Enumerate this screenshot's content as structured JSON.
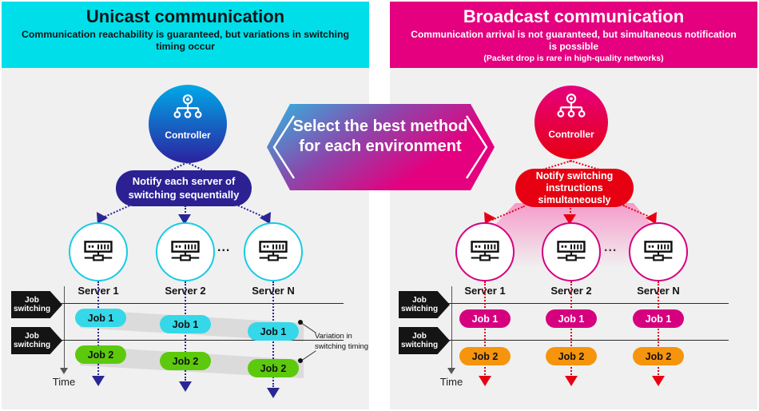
{
  "unicast": {
    "title": "Unicast communication",
    "subtitle": "Communication reachability is guaranteed, but variations in switching timing occur",
    "header_color": "#00DFE9",
    "accent_color": "#2B2694",
    "server_border_color": "#18CBE4",
    "controller_label": "Controller",
    "notify_label": "Notify each server of switching sequentially",
    "servers": [
      "Server 1",
      "Server 2",
      "Server N"
    ],
    "ellipsis": "...",
    "job_switching_label": "Job switching",
    "row1_jobs": [
      "Job 1",
      "Job 1",
      "Job 1"
    ],
    "row2_jobs": [
      "Job 2",
      "Job 2",
      "Job 2"
    ],
    "job1_color": "#35D8E8",
    "job2_color": "#5DC90C",
    "time_label": "Time",
    "annotation_line1": "Variation in",
    "annotation_line2": "switching timing",
    "icons": {
      "controller": "network-controller-icon",
      "server": "server-icon"
    }
  },
  "broadcast": {
    "title": "Broadcast communication",
    "subtitle": "Communication arrival is not guaranteed, but simultaneous notification is possible",
    "note": "(Packet drop is rare in high-quality networks)",
    "header_color": "#E4007F",
    "accent_color": "#E60012",
    "server_border_color": "#D6007F",
    "controller_label": "Controller",
    "notify_label": "Notify switching instructions simultaneously",
    "servers": [
      "Server 1",
      "Server 2",
      "Server N"
    ],
    "ellipsis": "...",
    "job_switching_label": "Job switching",
    "row1_jobs": [
      "Job 1",
      "Job 1",
      "Job 1"
    ],
    "row2_jobs": [
      "Job 2",
      "Job 2",
      "Job 2"
    ],
    "job1_color": "#D6007F",
    "job2_color": "#F6940C",
    "time_label": "Time",
    "icons": {
      "controller": "network-controller-icon",
      "server": "server-icon"
    }
  },
  "center_banner": {
    "line1": "Select the best method",
    "line2": "for each environment",
    "gradient_from": "#2FB7E1",
    "gradient_to": "#E4007F"
  }
}
